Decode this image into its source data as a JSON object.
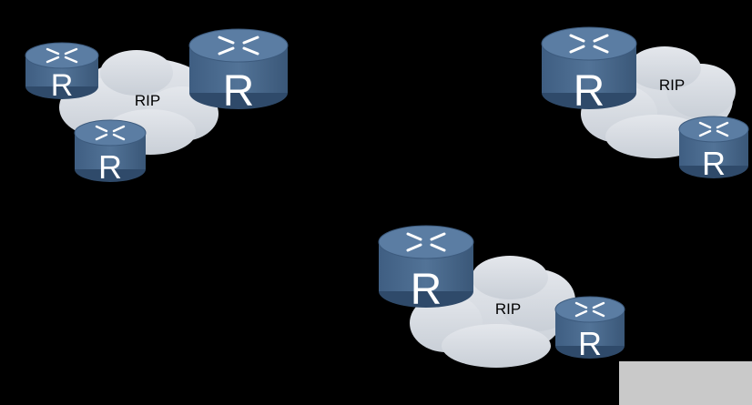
{
  "colors": {
    "background": "#000000",
    "cloud_fill": "#d9dde3",
    "cloud_edge": "#b9c0c9",
    "router_body": "#4a6a8f",
    "router_top": "#5b7da3",
    "router_rim": "#3d5b7e",
    "router_glyph": "#ffffff",
    "corner_box": "#c9c9c9"
  },
  "icon": "router-icon",
  "domains": [
    {
      "label": "RIP",
      "router_letters": [
        "R",
        "R",
        "R"
      ]
    },
    {
      "label": "RIP",
      "router_letters": [
        "R",
        "R"
      ]
    },
    {
      "label": "RIP",
      "router_letters": [
        "R",
        "R"
      ]
    }
  ]
}
